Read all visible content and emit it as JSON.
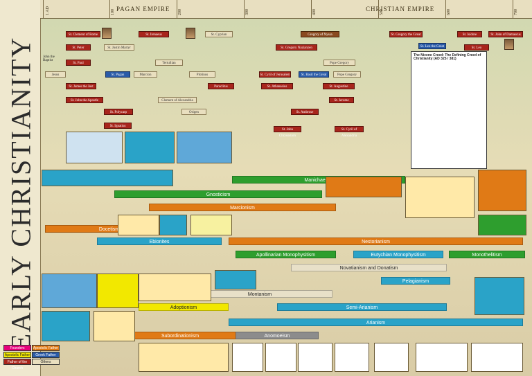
{
  "title": "EARLY CHRISTIANITY",
  "eras": [
    {
      "label": "PAGAN EMPIRE"
    },
    {
      "label": "CHRISTIAN EMPIRE"
    }
  ],
  "years": [
    "1 AD",
    "100",
    "200",
    "300",
    "400",
    "500",
    "600",
    "700"
  ],
  "people": [
    "St. Clement of Rome",
    "St. Irenaeus",
    "St. Cyprian",
    "Gregory of Nyssa",
    "St. Gregory the Great",
    "St. Leo the Great",
    "St. Isidore",
    "St. John of Damascus",
    "St. Peter",
    "St. Justin Martyr",
    "Tertullian",
    "St. Gregory Nazianzen",
    "Pope Gregory",
    "St. Leo",
    "St. Paul",
    "St. Pagan",
    "Marcion",
    "Plotinus",
    "St. Cyril of Jerusalem",
    "St. Basil the Great",
    "Pope Gregory",
    "St. James the Just",
    "Paraclitus",
    "St. Athanasius",
    "St. Augustine",
    "St. John the Apostle",
    "Clement of Alexandria",
    "St. Polycarp",
    "Origen",
    "St. Ambrose",
    "St. Jerome",
    "St. Ignatius",
    "St. John Chrysostom",
    "St. Cyril of Alexandria",
    "Jesus",
    "John the Baptist"
  ],
  "heresies": [
    "Manichaeism",
    "Gnosticism",
    "Marcionism",
    "Docetism",
    "Ebionites",
    "Nestorianism",
    "Apollinarian Monophysitism",
    "Eutychian Monophysitism",
    "Monothelitism",
    "Novatianism and Donatism",
    "Pelagianism",
    "Montanism",
    "Adoptionism",
    "Semi-Arianism",
    "Arianism",
    "Subordinationism",
    "Anomoeism"
  ],
  "legend": [
    "Founders",
    "Apostolic Father",
    "Apostolic Father",
    "Greek Father",
    "Father of the Church",
    "Others"
  ],
  "panel": {
    "title": "The Nicene Creed: The Defining Creed of Christianity (AD 325 / 381)"
  },
  "colors": {
    "red": "#a8251c",
    "blue": "#2a5ba8",
    "green": "#2e9e2e",
    "orange": "#e07a16",
    "yellow": "#f2e800",
    "teal": "#2aa3c8",
    "gray": "#8c8c8c",
    "pink": "#e6007a",
    "purple": "#7a3ea8"
  }
}
